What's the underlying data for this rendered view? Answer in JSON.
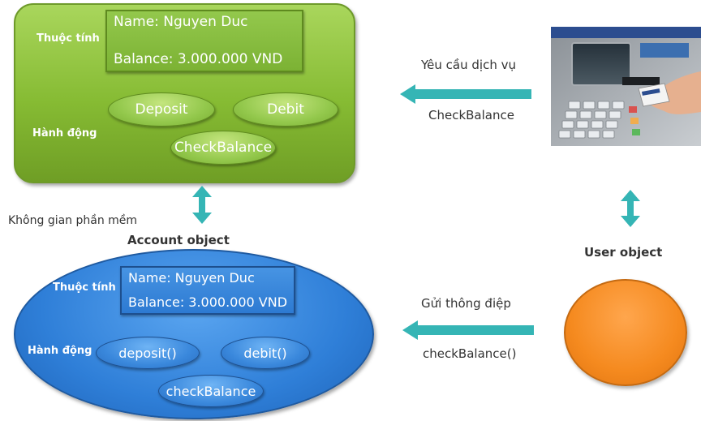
{
  "account_panel": {
    "attributes_label": "Thuộc tính",
    "actions_label": "Hành động",
    "name_line": "Name: Nguyen Duc",
    "balance_line": "Balance: 3.000.000 VND",
    "methods": [
      "Deposit",
      "Debit",
      "CheckBalance"
    ]
  },
  "account_object": {
    "title": "Account object",
    "attributes_label": "Thuộc tính",
    "actions_label": "Hành động",
    "name_line": "Name: Nguyen Duc",
    "balance_line": "Balance: 3.000.000 VND",
    "methods": [
      "deposit()",
      "debit()",
      "checkBalance"
    ]
  },
  "software_space_label": "Không gian phần mềm",
  "user_object": {
    "title": "User object"
  },
  "service_request": {
    "label": "Yêu cầu dịch vụ",
    "method": "CheckBalance"
  },
  "message_send": {
    "label": "Gửi thông điệp",
    "method": "checkBalance()"
  },
  "colors": {
    "green_panel": "#86bb33",
    "blue_ellipse": "#2f7fd8",
    "arrow_teal": "#35b5b5",
    "user_orange": "#f58a1f"
  }
}
